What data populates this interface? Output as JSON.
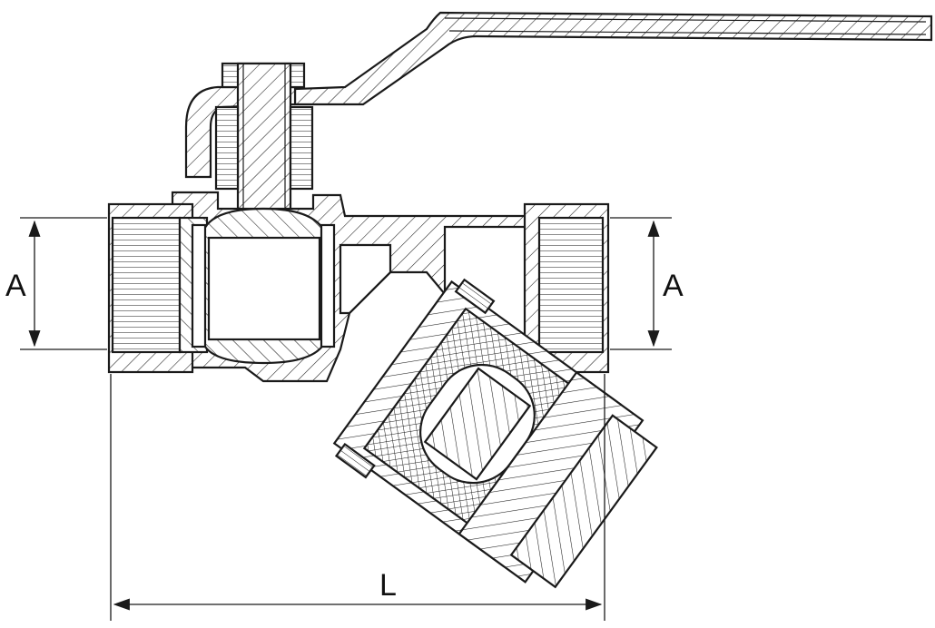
{
  "dimensions": {
    "left_a": "A",
    "right_a": "A",
    "length": "L"
  },
  "colors": {
    "ink": "#1a1a1a",
    "background": "#ffffff",
    "section_fill": "#ffffff"
  },
  "icons": {
    "arrowhead": "arrowhead-icon"
  }
}
